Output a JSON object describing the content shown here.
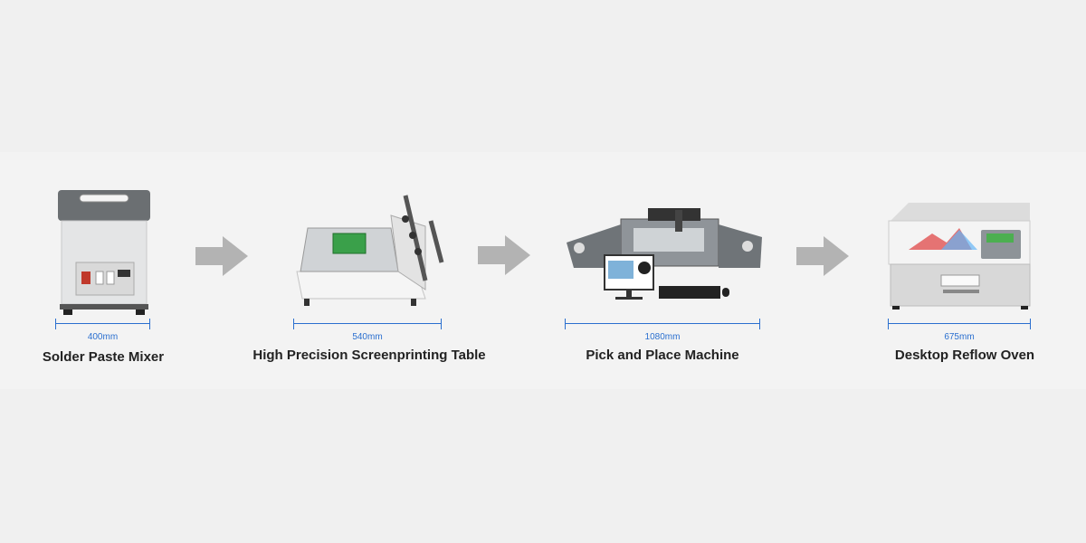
{
  "colors": {
    "background": "#f0f0f0",
    "dimension_line": "#2a6fcf",
    "arrow": "#b3b3b3",
    "text": "#222222"
  },
  "stations": [
    {
      "name": "Solder Paste Mixer",
      "dimension": "400mm"
    },
    {
      "name": "High Precision Screenprinting Table",
      "dimension": "540mm"
    },
    {
      "name": "Pick and Place Machine",
      "dimension": "1080mm"
    },
    {
      "name": "Desktop Reflow Oven",
      "dimension": "675mm"
    }
  ],
  "arrows": [
    "arrow-right-icon",
    "arrow-right-icon",
    "arrow-right-icon"
  ]
}
